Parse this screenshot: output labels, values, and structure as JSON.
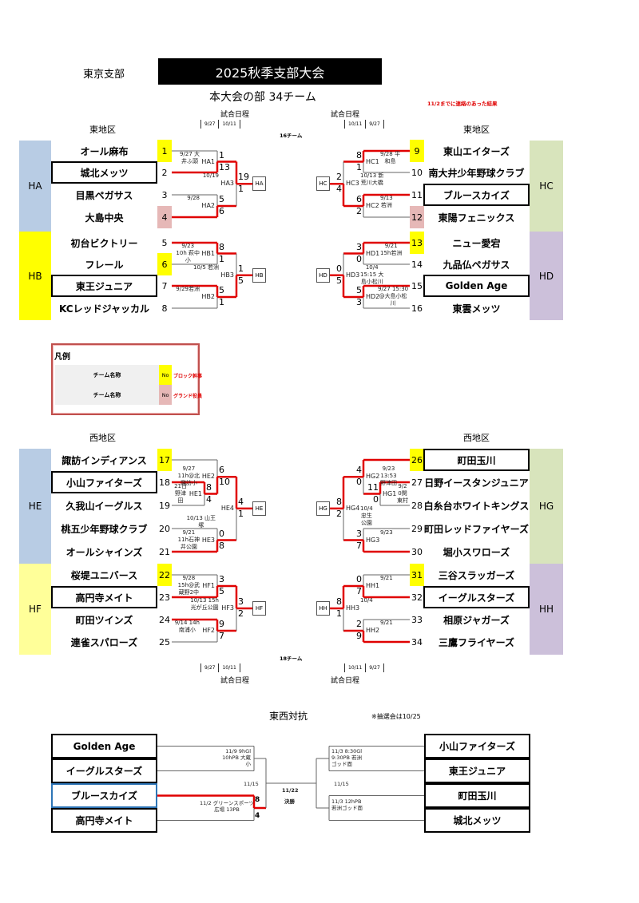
{
  "header": {
    "branch": "東京支部",
    "title": "2025秋季支部大会",
    "subtitle": "本大会の部 34チーム",
    "note": "11/2までに連絡のあった結果"
  },
  "schedule": {
    "label": "試合日程",
    "left_dates": [
      "9/27",
      "10/11"
    ],
    "right_dates": [
      "10/11",
      "9/27"
    ]
  },
  "east": {
    "heading": "東地区",
    "count": "16チーム"
  },
  "west": {
    "heading": "西地区",
    "count": "18チーム"
  },
  "colors": {
    "yellow": "#ffff00",
    "pink": "#e6b8b7",
    "red": "#e00000",
    "blue_block": "#b8cce4",
    "green_block": "#d8e4bc",
    "purple_block": "#ccc0da",
    "light_yellow_block": "#ffff99"
  },
  "blocks": [
    {
      "id": "HA",
      "color": "#b8cce4"
    },
    {
      "id": "HB",
      "color": "#ffff00"
    },
    {
      "id": "HC",
      "color": "#d8e4bc"
    },
    {
      "id": "HD",
      "color": "#ccc0da"
    },
    {
      "id": "HE",
      "color": "#b8cce4"
    },
    {
      "id": "HF",
      "color": "#ffff99"
    },
    {
      "id": "HG",
      "color": "#d8e4bc"
    },
    {
      "id": "HH",
      "color": "#ccc0da"
    }
  ],
  "teams": [
    {
      "no": "1",
      "name": "オール麻布",
      "mark": "yellow",
      "boxed": false
    },
    {
      "no": "2",
      "name": "城北メッツ",
      "mark": null,
      "boxed": true
    },
    {
      "no": "3",
      "name": "目黒ペガサス",
      "mark": null,
      "boxed": false
    },
    {
      "no": "4",
      "name": "大島中央",
      "mark": "pink",
      "boxed": false
    },
    {
      "no": "5",
      "name": "初台ビクトリー",
      "mark": null,
      "boxed": false
    },
    {
      "no": "6",
      "name": "フレール",
      "mark": "yellow",
      "boxed": false
    },
    {
      "no": "7",
      "name": "東王ジュニア",
      "mark": null,
      "boxed": true
    },
    {
      "no": "8",
      "name": "KCレッドジャッカル",
      "mark": null,
      "boxed": false
    },
    {
      "no": "9",
      "name": "東山エイターズ",
      "mark": "yellow",
      "boxed": false
    },
    {
      "no": "10",
      "name": "南大井少年野球クラブ",
      "mark": null,
      "boxed": false
    },
    {
      "no": "11",
      "name": "ブルースカイズ",
      "mark": null,
      "boxed": true
    },
    {
      "no": "12",
      "name": "東陽フェニックス",
      "mark": "pink",
      "boxed": false
    },
    {
      "no": "13",
      "name": "ニュー愛宕",
      "mark": "yellow",
      "boxed": false
    },
    {
      "no": "14",
      "name": "九品仏ペガサス",
      "mark": null,
      "boxed": false
    },
    {
      "no": "15",
      "name": "Golden Age",
      "mark": null,
      "boxed": true
    },
    {
      "no": "16",
      "name": "東雲メッツ",
      "mark": null,
      "boxed": false
    },
    {
      "no": "17",
      "name": "諏訪インディアンス",
      "mark": "yellow",
      "boxed": false
    },
    {
      "no": "18",
      "name": "小山ファイターズ",
      "mark": null,
      "boxed": true
    },
    {
      "no": "19",
      "name": "久我山イーグルス",
      "mark": null,
      "boxed": false
    },
    {
      "no": "20",
      "name": "桃五少年野球クラブ",
      "mark": null,
      "boxed": false
    },
    {
      "no": "21",
      "name": "オールシャインズ",
      "mark": null,
      "boxed": false
    },
    {
      "no": "22",
      "name": "桜堤ユニバース",
      "mark": "yellow",
      "boxed": false
    },
    {
      "no": "23",
      "name": "高円寺メイト",
      "mark": null,
      "boxed": true
    },
    {
      "no": "24",
      "name": "町田ツインズ",
      "mark": null,
      "boxed": false
    },
    {
      "no": "25",
      "name": "連雀スパローズ",
      "mark": null,
      "boxed": false
    },
    {
      "no": "26",
      "name": "町田玉川",
      "mark": "yellow",
      "boxed": true
    },
    {
      "no": "27",
      "name": "日野イースタンジュニア",
      "mark": null,
      "boxed": false
    },
    {
      "no": "28",
      "name": "白糸台ホワイトキングス",
      "mark": null,
      "boxed": false
    },
    {
      "no": "29",
      "name": "町田レッドファイヤーズ",
      "mark": null,
      "boxed": false
    },
    {
      "no": "30",
      "name": "堀小スワローズ",
      "mark": null,
      "boxed": false
    },
    {
      "no": "31",
      "name": "三谷スラッガーズ",
      "mark": "yellow",
      "boxed": false
    },
    {
      "no": "32",
      "name": "イーグルスターズ",
      "mark": null,
      "boxed": true
    },
    {
      "no": "33",
      "name": "相原ジャガーズ",
      "mark": null,
      "boxed": false
    },
    {
      "no": "34",
      "name": "三鷹フライヤーズ",
      "mark": null,
      "boxed": false
    }
  ],
  "matches": {
    "HA1": {
      "info": "9/27 大\n井ふ頭",
      "scores": [
        "1",
        "13"
      ]
    },
    "HA2": {
      "info": "9/28",
      "scores": [
        "5",
        "6"
      ]
    },
    "HA3": {
      "info": "10/19",
      "scores": [
        "19",
        "1"
      ]
    },
    "HB1": {
      "info": "9/23\n10h 萩中\n小",
      "scores": [
        "8",
        "1"
      ]
    },
    "HB2": {
      "info": "9/29若洲",
      "scores": [
        "5",
        "1"
      ]
    },
    "HB3": {
      "info": "10/5 若洲",
      "scores": [
        "1",
        "5"
      ]
    },
    "HC1": {
      "info": "9/28 平\n和島",
      "scores": [
        "8",
        "1"
      ]
    },
    "HC2": {
      "info": "9/13\n若洲",
      "scores": [
        "6",
        "2"
      ]
    },
    "HC3": {
      "info": "10/13 新\n荒川大橋",
      "scores": [
        "2",
        "4"
      ]
    },
    "HD1": {
      "info": "9/21\n15h若洲",
      "scores": [
        "3",
        "0"
      ]
    },
    "HD2": {
      "info": "9/27 15:30\n@大島小松\n川",
      "scores": [
        "5",
        "3"
      ]
    },
    "HD3": {
      "info": "10/4\n15:15 大\n島小松川",
      "scores": [
        "0",
        "5"
      ]
    },
    "HE1": {
      "info": "21日\n野津\n田",
      "scores": [
        "8",
        "4"
      ]
    },
    "HE2": {
      "info": "9/27\n11h@北\n諏訪小",
      "scores": [
        "6",
        "10"
      ]
    },
    "HE3": {
      "info": "9/21\n11h石神\n井公園",
      "scores": [
        "0",
        "8"
      ]
    },
    "HE4": {
      "info": "10/13 山王\n塚",
      "scores": [
        "4",
        "1"
      ]
    },
    "HF1": {
      "info": "9/28\n15h@武\n蔵野2中",
      "scores": [
        "3",
        "5"
      ]
    },
    "HF2": {
      "info": "9/14 14h\n南浦小",
      "scores": [
        "9",
        "7"
      ]
    },
    "HF3": {
      "info": "10/13 15h\n光が丘公園",
      "scores": [
        "3",
        "2"
      ]
    },
    "HG1": {
      "info": "9/2\n0関\n東村",
      "scores": [
        "11",
        "0"
      ]
    },
    "HG2": {
      "info": "9/23\n13:53\n野津田",
      "scores": [
        "4",
        "0"
      ]
    },
    "HG3": {
      "info": "9/23",
      "scores": [
        "3",
        "7"
      ]
    },
    "HG4": {
      "info": "10/4\n忠生\n公園",
      "scores": [
        "8",
        "2"
      ]
    },
    "HH1": {
      "info": "9/21",
      "scores": [
        "0",
        "7"
      ]
    },
    "HH2": {
      "info": "9/21",
      "scores": [
        "2",
        "9"
      ]
    },
    "HH3": {
      "info": "10/4",
      "scores": [
        "8",
        "1"
      ]
    }
  },
  "legend": {
    "title": "凡例",
    "rows": [
      {
        "label": "チーム名称",
        "no": "No",
        "color": "#ffff00",
        "desc": "ブロック幹事"
      },
      {
        "label": "チーム名称",
        "no": "No",
        "color": "#e6b8b7",
        "desc": "グランド役員"
      }
    ]
  },
  "interleague": {
    "title": "東西対抗",
    "lottery_note": "※抽選会は10/25",
    "left_teams": [
      "Golden Age",
      "イーグルスターズ",
      "ブルースカイズ",
      "高円寺メイト"
    ],
    "right_teams": [
      "小山ファイターズ",
      "東王ジュニア",
      "町田玉川",
      "城北メッツ"
    ],
    "left_match1_info": "11/9 9hGl\n10hPB 大蔵\n小",
    "left_match2_info": "11/2 グリーンスポーツ\n広場 13PB",
    "left_match2_scores": [
      "8",
      "4"
    ],
    "left_semi_date": "11/15",
    "right_semi_date": "11/15",
    "right_match1_info": "11/3 8:30Gl\n9:30PB 若洲\nゴッド面",
    "right_match2_info": "11/3 12hPB\n若洲ゴッド面",
    "final_date": "11/22",
    "final_label": "決勝"
  }
}
